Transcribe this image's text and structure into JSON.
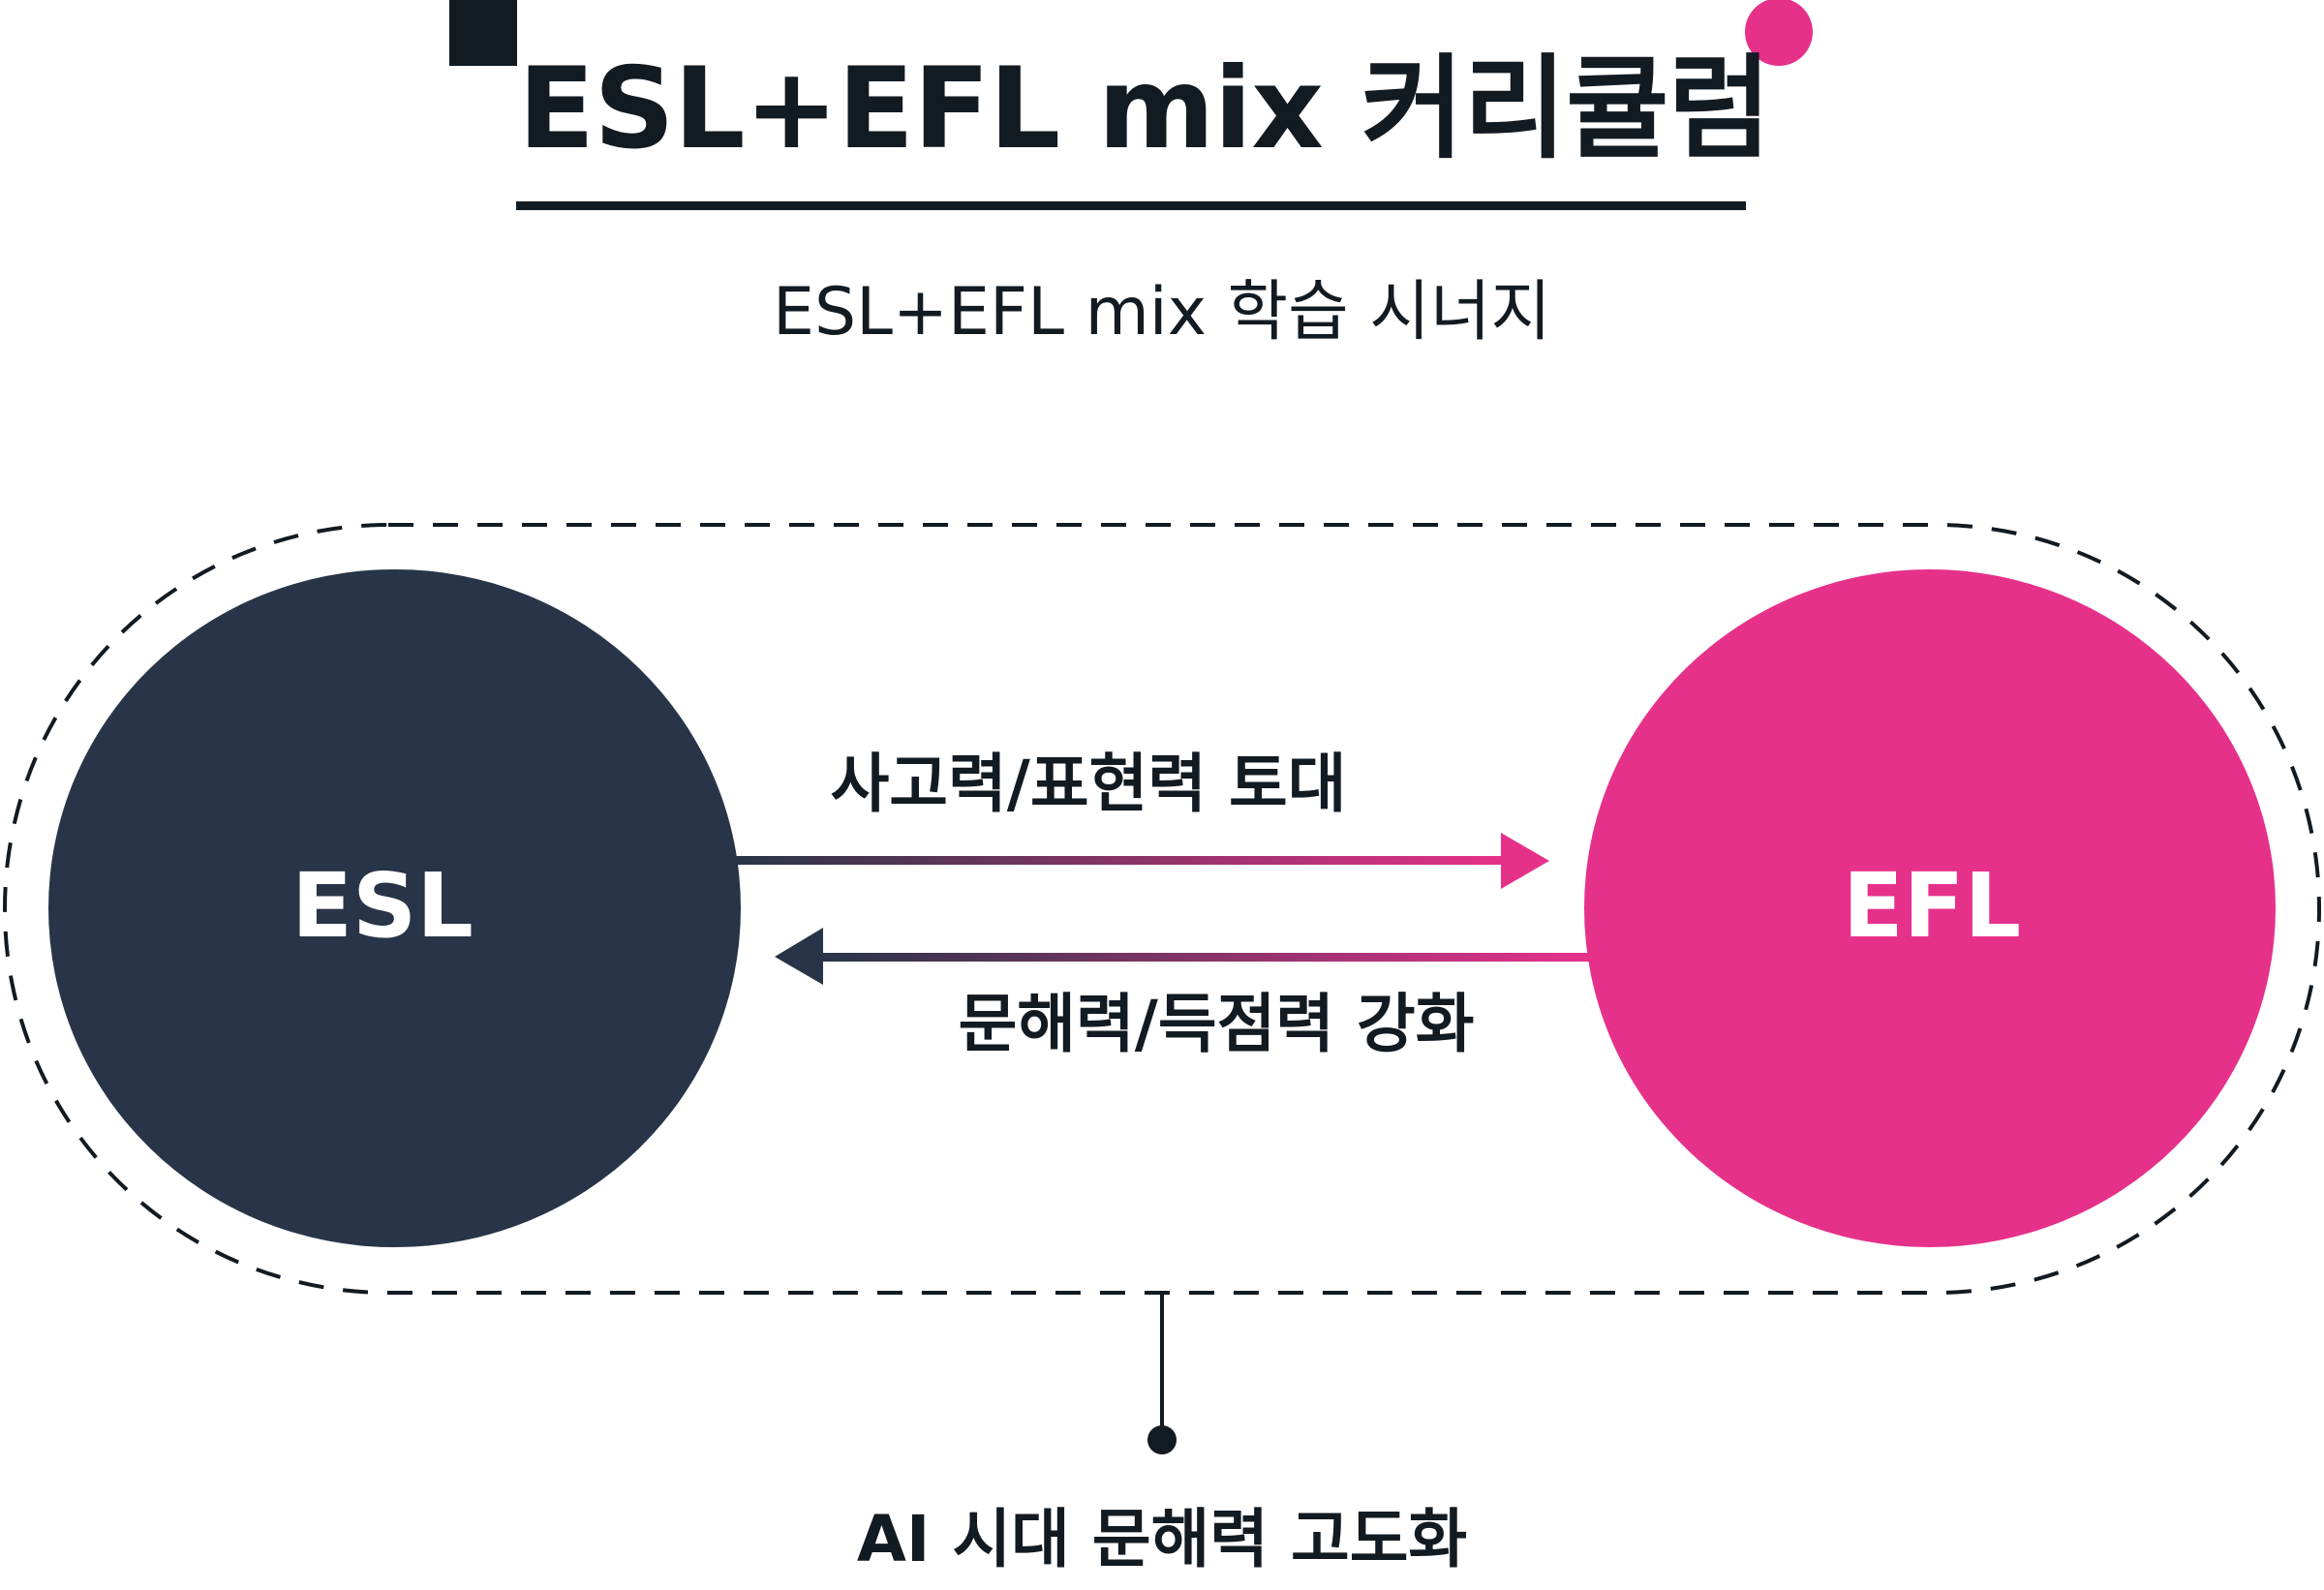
{
  "header": {
    "title": "ESL+EFL mix 커리큘럼",
    "subtitle": "ESL+EFL mix 학습 시너지"
  },
  "nodes": {
    "left": {
      "label": "ESL",
      "color": "#283548"
    },
    "right": {
      "label": "EFL",
      "color": "#e6318a"
    }
  },
  "arrows": {
    "to_right_label": "사고력/표현력 토대",
    "to_left_label": "문해력/득점력 강화"
  },
  "footer": {
    "text": "AI 시대 문해력 고도화"
  },
  "colors": {
    "text": "#121a22",
    "accent": "#e6318a",
    "dark": "#283548"
  }
}
